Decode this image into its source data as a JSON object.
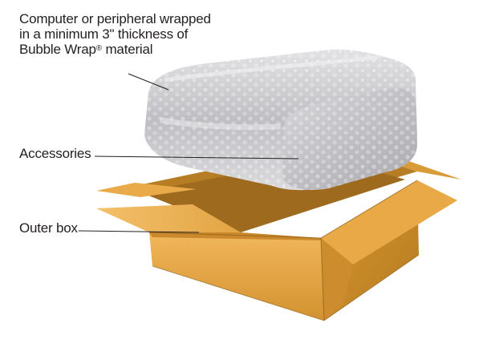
{
  "labels": {
    "computer_line1": "Computer or peripheral wrapped",
    "computer_line2": "in a minimum 3\" thickness of",
    "computer_line3_main": "Bubble Wrap",
    "computer_line3_mark": "®",
    "computer_line3_end": " material",
    "accessories": "Accessories",
    "outer_box": "Outer box"
  },
  "colors": {
    "text": "#231f20",
    "leader_line": "#231f20",
    "box_front": "#e0a13c",
    "box_side": "#c88a2c",
    "box_flap": "#f0b85a",
    "box_inside": "#b07a24",
    "bubble_wrap": "#c9c9cc"
  }
}
